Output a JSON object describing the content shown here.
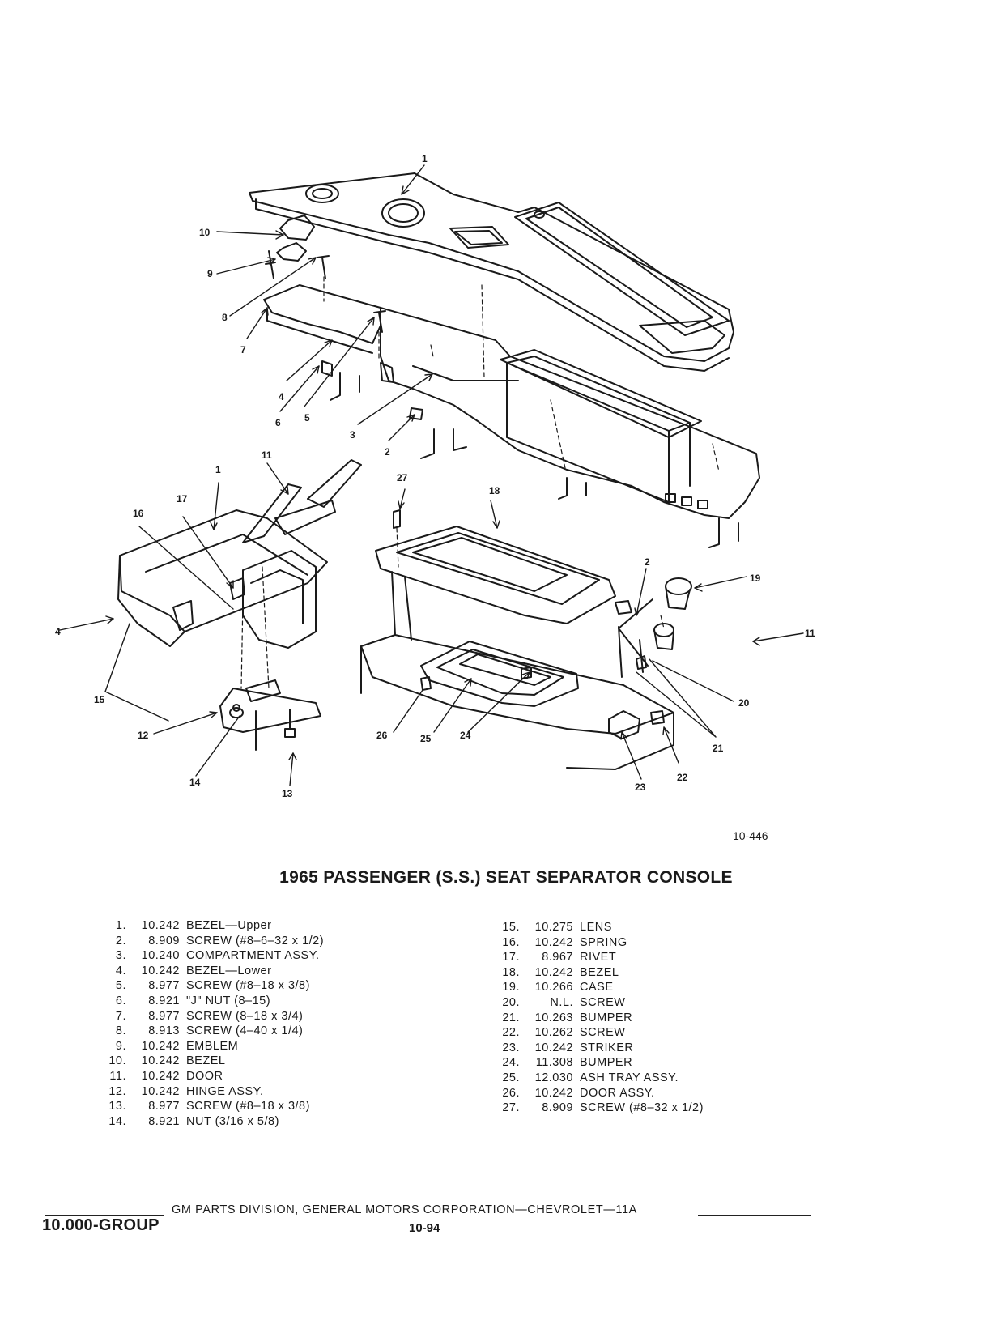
{
  "figure_code": "10-446",
  "title": "1965 PASSENGER (S.S.) SEAT SEPARATOR CONSOLE",
  "callouts": [
    {
      "id": "c1a",
      "text": "1"
    },
    {
      "id": "c10",
      "text": "10"
    },
    {
      "id": "c9",
      "text": "9"
    },
    {
      "id": "c8",
      "text": "8"
    },
    {
      "id": "c7",
      "text": "7"
    },
    {
      "id": "c4a",
      "text": "4"
    },
    {
      "id": "c6",
      "text": "6"
    },
    {
      "id": "c5",
      "text": "5"
    },
    {
      "id": "c3",
      "text": "3"
    },
    {
      "id": "c2a",
      "text": "2"
    },
    {
      "id": "c11a",
      "text": "11"
    },
    {
      "id": "c1b",
      "text": "1"
    },
    {
      "id": "c17",
      "text": "17"
    },
    {
      "id": "c16",
      "text": "16"
    },
    {
      "id": "c27",
      "text": "27"
    },
    {
      "id": "c18",
      "text": "18"
    },
    {
      "id": "c2b",
      "text": "2"
    },
    {
      "id": "c19",
      "text": "19"
    },
    {
      "id": "c11b",
      "text": "11"
    },
    {
      "id": "c4b",
      "text": "4"
    },
    {
      "id": "c15",
      "text": "15"
    },
    {
      "id": "c20",
      "text": "20"
    },
    {
      "id": "c12",
      "text": "12"
    },
    {
      "id": "c26",
      "text": "26"
    },
    {
      "id": "c25",
      "text": "25"
    },
    {
      "id": "c24",
      "text": "24"
    },
    {
      "id": "c21",
      "text": "21"
    },
    {
      "id": "c14",
      "text": "14"
    },
    {
      "id": "c13",
      "text": "13"
    },
    {
      "id": "c23",
      "text": "23"
    },
    {
      "id": "c22",
      "text": "22"
    }
  ],
  "parts_left": [
    {
      "num": "1.",
      "code": "10.242",
      "desc": "BEZEL—Upper"
    },
    {
      "num": "2.",
      "code": "8.909",
      "desc": "SCREW (#8–6–32 x 1/2)"
    },
    {
      "num": "3.",
      "code": "10.240",
      "desc": "COMPARTMENT ASSY."
    },
    {
      "num": "4.",
      "code": "10.242",
      "desc": "BEZEL—Lower"
    },
    {
      "num": "5.",
      "code": "8.977",
      "desc": "SCREW (#8–18 x 3/8)"
    },
    {
      "num": "6.",
      "code": "8.921",
      "desc": "\"J\" NUT (8–15)"
    },
    {
      "num": "7.",
      "code": "8.977",
      "desc": "SCREW (8–18 x 3/4)"
    },
    {
      "num": "8.",
      "code": "8.913",
      "desc": "SCREW (4–40 x 1/4)"
    },
    {
      "num": "9.",
      "code": "10.242",
      "desc": "EMBLEM"
    },
    {
      "num": "10.",
      "code": "10.242",
      "desc": "BEZEL"
    },
    {
      "num": "11.",
      "code": "10.242",
      "desc": "DOOR"
    },
    {
      "num": "12.",
      "code": "10.242",
      "desc": "HINGE ASSY."
    },
    {
      "num": "13.",
      "code": "8.977",
      "desc": "SCREW (#8–18 x 3/8)"
    },
    {
      "num": "14.",
      "code": "8.921",
      "desc": "NUT (3/16 x 5/8)"
    }
  ],
  "parts_right": [
    {
      "num": "15.",
      "code": "10.275",
      "desc": "LENS"
    },
    {
      "num": "16.",
      "code": "10.242",
      "desc": "SPRING"
    },
    {
      "num": "17.",
      "code": "8.967",
      "desc": "RIVET"
    },
    {
      "num": "18.",
      "code": "10.242",
      "desc": "BEZEL"
    },
    {
      "num": "19.",
      "code": "10.266",
      "desc": "CASE"
    },
    {
      "num": "20.",
      "code": "N.L.",
      "desc": "SCREW"
    },
    {
      "num": "21.",
      "code": "10.263",
      "desc": "BUMPER"
    },
    {
      "num": "22.",
      "code": "10.262",
      "desc": "SCREW"
    },
    {
      "num": "23.",
      "code": "10.242",
      "desc": "STRIKER"
    },
    {
      "num": "24.",
      "code": "11.308",
      "desc": "BUMPER"
    },
    {
      "num": "25.",
      "code": "12.030",
      "desc": "ASH TRAY ASSY."
    },
    {
      "num": "26.",
      "code": "10.242",
      "desc": "DOOR ASSY."
    },
    {
      "num": "27.",
      "code": "8.909",
      "desc": "SCREW (#8–32 x 1/2)"
    }
  ],
  "footer": {
    "text": "GM PARTS DIVISION, GENERAL MOTORS CORPORATION—CHEVROLET—11A",
    "group": "10.000-GROUP",
    "page": "10-94"
  }
}
